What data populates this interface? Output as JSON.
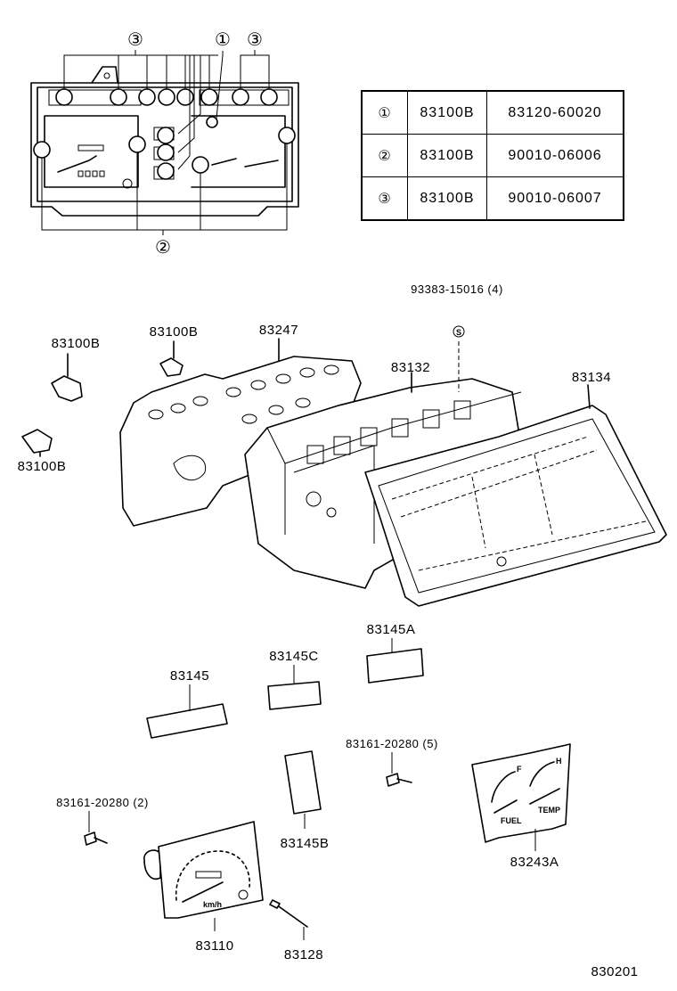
{
  "overview": {
    "callouts": {
      "one": "①",
      "two": "②",
      "three_left": "③",
      "three_right": "③"
    }
  },
  "reference_table": {
    "rows": [
      {
        "key": "①",
        "group": "83100B",
        "part": "83120-60020"
      },
      {
        "key": "②",
        "group": "83100B",
        "part": "90010-06006"
      },
      {
        "key": "③",
        "group": "83100B",
        "part": "90010-06007"
      }
    ]
  },
  "parts": {
    "bulb_upper_left": "83100B",
    "bulb_upper_mid": "83100B",
    "bulb_lower_left": "83100B",
    "circuit_plate": "83247",
    "screw": "93383-15016 (4)",
    "screw_symbol": "S",
    "case": "83132",
    "lens": "83134",
    "window_a": "83145A",
    "window_c": "83145C",
    "window": "83145",
    "window_b": "83145B",
    "screw_5": "83161-20280 (5)",
    "screw_2": "83161-20280 (2)",
    "gauge": "83243A",
    "speedometer": "83110",
    "cable": "83128"
  },
  "gauge_face": {
    "fuel_full": "F",
    "temp_hot": "H",
    "fuel": "FUEL",
    "temp": "TEMP"
  },
  "speedo_face": {
    "unit": "km/h"
  },
  "figure_id": "830201"
}
